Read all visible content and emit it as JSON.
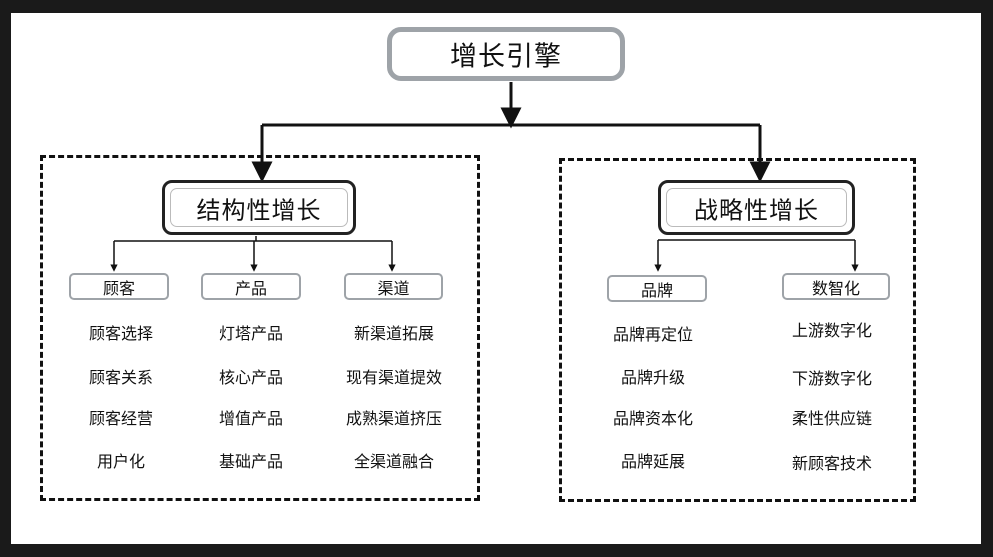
{
  "root": {
    "title": "增长引擎"
  },
  "branches": [
    {
      "title": "结构性增长",
      "categories": [
        {
          "label": "顾客",
          "items": [
            "顾客选择",
            "顾客关系",
            "顾客经营",
            "用户化"
          ]
        },
        {
          "label": "产品",
          "items": [
            "灯塔产品",
            "核心产品",
            "增值产品",
            "基础产品"
          ]
        },
        {
          "label": "渠道",
          "items": [
            "新渠道拓展",
            "现有渠道提效",
            "成熟渠道挤压",
            "全渠道融合"
          ]
        }
      ]
    },
    {
      "title": "战略性增长",
      "categories": [
        {
          "label": "品牌",
          "items": [
            "品牌再定位",
            "品牌升级",
            "品牌资本化",
            "品牌延展"
          ]
        },
        {
          "label": "数智化",
          "items": [
            "上游数字化",
            "下游数字化",
            "柔性供应链",
            "新顾客技术"
          ]
        }
      ]
    }
  ],
  "colors": {
    "frame": "#1a1a1a",
    "paper": "#ffffff",
    "root_border": "#9ea3a8",
    "box_border": "#222222",
    "category_border": "#9ea3a8",
    "line": "#111111"
  }
}
